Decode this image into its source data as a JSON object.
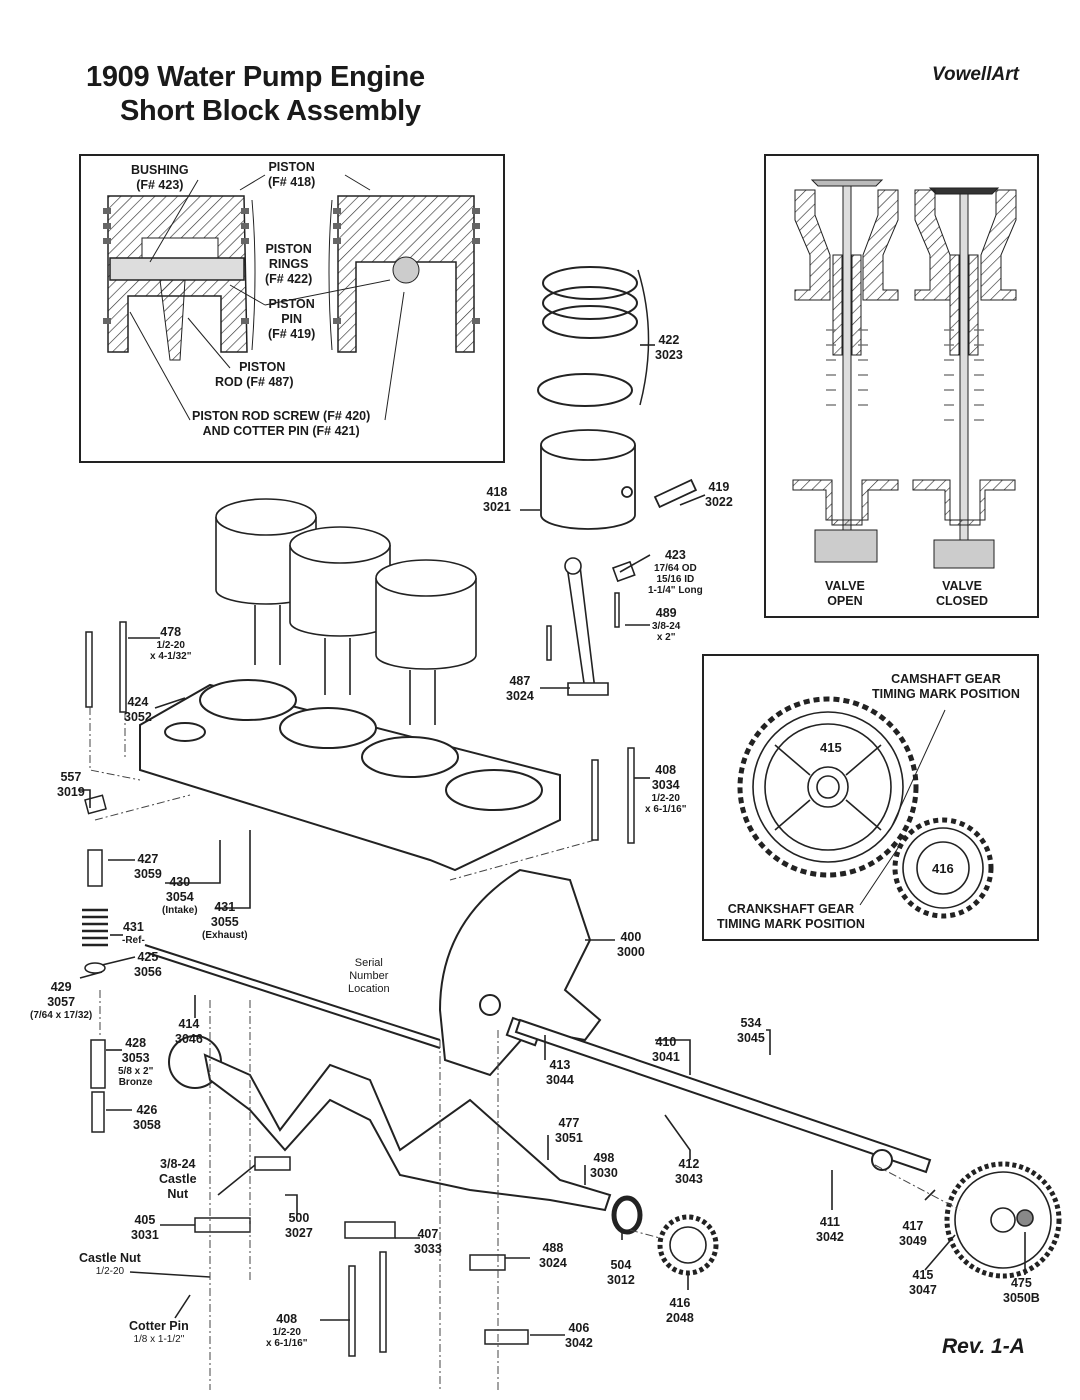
{
  "header": {
    "title_line1": "1909 Water Pump Engine",
    "title_line2": "Short Block Assembly",
    "brand": "VowellArt",
    "revision": "Rev. 1-A"
  },
  "piston_detail_inset": {
    "labels": {
      "bushing": "BUSHING",
      "bushing_ref": "(F# 423)",
      "piston": "PISTON",
      "piston_ref": "(F# 418)",
      "piston_rings_1": "PISTON",
      "piston_rings_2": "RINGS",
      "piston_rings_ref": "(F# 422)",
      "piston_pin_1": "PISTON",
      "piston_pin_2": "PIN",
      "piston_pin_ref": "(F# 419)",
      "piston_rod_1": "PISTON",
      "piston_rod_2": "ROD (F# 487)",
      "rod_screw_1": "PISTON ROD SCREW  (F# 420)",
      "rod_screw_2": "AND COTTER PIN (F# 421)"
    }
  },
  "valve_inset": {
    "open_1": "VALVE",
    "open_2": "OPEN",
    "closed_1": "VALVE",
    "closed_2": "CLOSED"
  },
  "timing_inset": {
    "camshaft_1": "CAMSHAFT GEAR",
    "camshaft_2": "TIMING MARK POSITION",
    "crankshaft_1": "CRANKSHAFT GEAR",
    "crankshaft_2": "TIMING MARK POSITION",
    "cam_gear_number": "415",
    "crank_gear_number": "416"
  },
  "callouts": [
    {
      "id": "422",
      "part": "3023"
    },
    {
      "id": "418",
      "part": "3021"
    },
    {
      "id": "419",
      "part": "3022"
    },
    {
      "id": "423",
      "part": "",
      "note1": "17/64 OD",
      "note2": "15/16 ID",
      "note3": "1-1/4\" Long"
    },
    {
      "id": "489",
      "part": "",
      "note1": "3/8-24",
      "note2": "x 2\""
    },
    {
      "id": "487",
      "part": "3024"
    },
    {
      "id": "478",
      "part": "",
      "note1": "1/2-20",
      "note2": "x 4-1/32\""
    },
    {
      "id": "424",
      "part": "3052"
    },
    {
      "id": "557",
      "part": "3019"
    },
    {
      "id": "408",
      "part": "3034",
      "note1": "1/2-20",
      "note2": "x 6-1/16\""
    },
    {
      "id": "427",
      "part": "3059"
    },
    {
      "id": "430",
      "part": "3054",
      "note1": "(Intake)"
    },
    {
      "id": "431",
      "part": "3055",
      "note1": "(Exhaust)"
    },
    {
      "id": "431",
      "part": "-Ref-"
    },
    {
      "id": "425",
      "part": "3056"
    },
    {
      "id": "429",
      "part": "3057",
      "note1": "(7/64 x 17/32)"
    },
    {
      "id": "414",
      "part": "3046"
    },
    {
      "id": "428",
      "part": "3053",
      "note1": "5/8 x 2\"",
      "note2": "Bronze"
    },
    {
      "id": "426",
      "part": "3058"
    },
    {
      "id": "400",
      "part": "3000"
    },
    {
      "id": "413",
      "part": "3044"
    },
    {
      "id": "410",
      "part": "3041"
    },
    {
      "id": "534",
      "part": "3045"
    },
    {
      "id": "412",
      "part": "3043"
    },
    {
      "id": "477",
      "part": "3051"
    },
    {
      "id": "498",
      "part": "3030"
    },
    {
      "id": "411",
      "part": "3042"
    },
    {
      "id": "417",
      "part": "3049"
    },
    {
      "id": "415",
      "part": "3047"
    },
    {
      "id": "475",
      "part": "3050B"
    },
    {
      "id": "500",
      "part": "3027"
    },
    {
      "id": "405",
      "part": "3031"
    },
    {
      "id": "407",
      "part": "3033"
    },
    {
      "id": "488",
      "part": "3024"
    },
    {
      "id": "504",
      "part": "3012"
    },
    {
      "id": "416",
      "part": "2048"
    },
    {
      "id": "406",
      "part": "3042"
    },
    {
      "id": "408",
      "part": "",
      "note1": "1/2-20",
      "note2": "x 6-1/16\""
    }
  ],
  "text_labels": {
    "serial_1": "Serial",
    "serial_2": "Number",
    "serial_3": "Location",
    "castle_nut_small_1": "3/8-24",
    "castle_nut_small_2": "Castle",
    "castle_nut_small_3": "Nut",
    "castle_nut_large": "Castle Nut",
    "castle_nut_large_size": "1/2-20",
    "cotter_pin": "Cotter Pin",
    "cotter_pin_size": "1/8 x 1-1/2\""
  }
}
